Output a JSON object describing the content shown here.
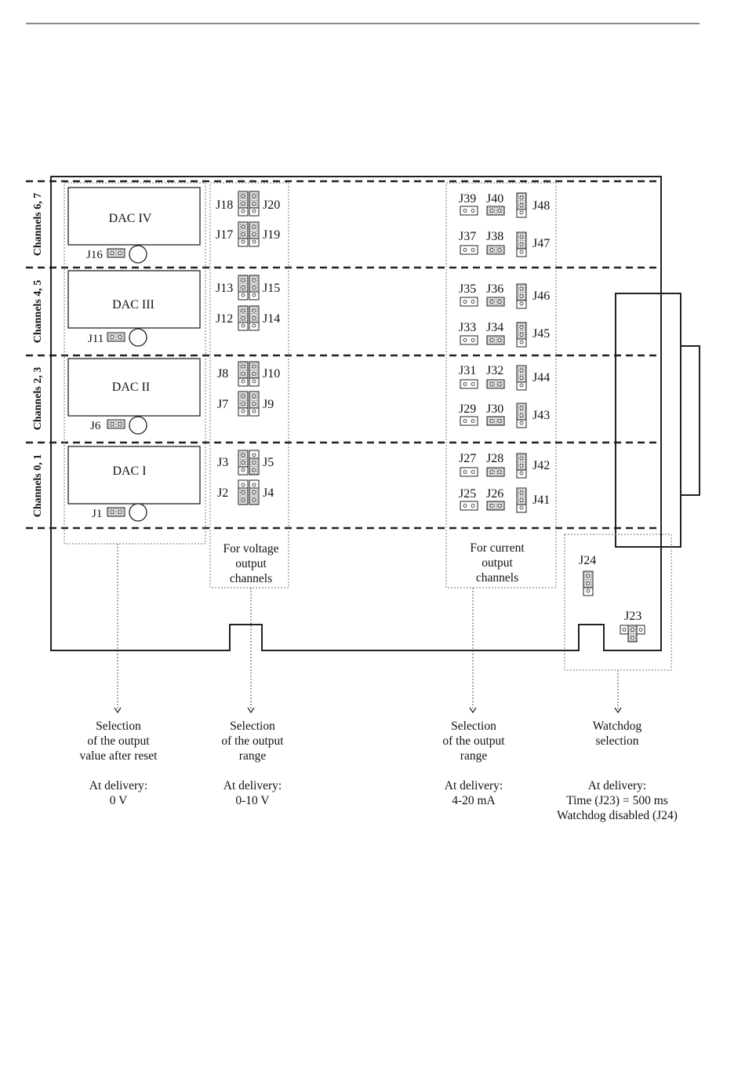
{
  "dacs": [
    {
      "label": "DAC IV",
      "jumper": "J16"
    },
    {
      "label": "DAC III",
      "jumper": "J11"
    },
    {
      "label": "DAC II",
      "jumper": "J6"
    },
    {
      "label": "DAC I",
      "jumper": "J1"
    }
  ],
  "channels": [
    "Channels 6, 7",
    "Channels 4, 5",
    "Channels 2, 3",
    "Channels 0, 1"
  ],
  "voltage_jumpers": [
    {
      "left": "J18",
      "right": "J20"
    },
    {
      "left": "J17",
      "right": "J19"
    },
    {
      "left": "J13",
      "right": "J15"
    },
    {
      "left": "J12",
      "right": "J14"
    },
    {
      "left": "J8",
      "right": "J10"
    },
    {
      "left": "J7",
      "right": "J9"
    },
    {
      "left": "J3",
      "right": "J5"
    },
    {
      "left": "J2",
      "right": "J4"
    }
  ],
  "current_jumpers": [
    {
      "a": "J39",
      "b": "J40",
      "c": "J48"
    },
    {
      "a": "J37",
      "b": "J38",
      "c": "J47"
    },
    {
      "a": "J35",
      "b": "J36",
      "c": "J46"
    },
    {
      "a": "J33",
      "b": "J34",
      "c": "J45"
    },
    {
      "a": "J31",
      "b": "J32",
      "c": "J44"
    },
    {
      "a": "J29",
      "b": "J30",
      "c": "J43"
    },
    {
      "a": "J27",
      "b": "J28",
      "c": "J42"
    },
    {
      "a": "J25",
      "b": "J26",
      "c": "J41"
    }
  ],
  "groups": {
    "voltage": [
      "For voltage",
      "output",
      "channels"
    ],
    "current": [
      "For current",
      "output",
      "channels"
    ]
  },
  "watchdog": {
    "j24": "J24",
    "j23": "J23"
  },
  "captions": [
    {
      "lines": [
        "Selection",
        "of the output",
        "value after reset"
      ],
      "delivery": [
        "At delivery:",
        "0 V"
      ]
    },
    {
      "lines": [
        "Selection",
        "of the output",
        "range"
      ],
      "delivery": [
        "At delivery:",
        "0-10 V"
      ]
    },
    {
      "lines": [
        "Selection",
        "of the output",
        "range"
      ],
      "delivery": [
        "At delivery:",
        "4-20 mA"
      ]
    },
    {
      "lines": [
        "Watchdog",
        "selection"
      ],
      "delivery": [
        "At delivery:",
        "Time (J23) = 500 ms",
        "Watchdog disabled (J24)"
      ]
    }
  ]
}
